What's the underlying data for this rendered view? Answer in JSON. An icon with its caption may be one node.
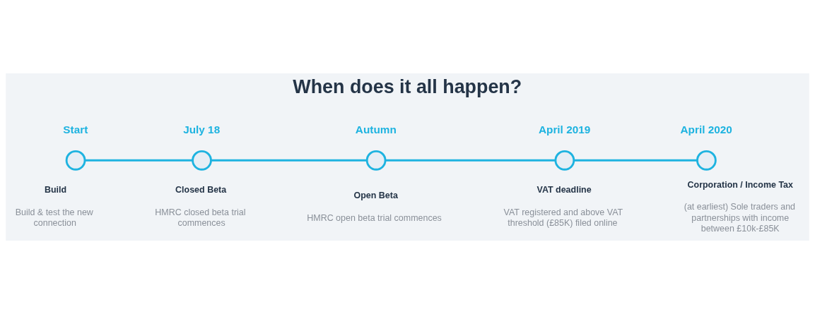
{
  "diagram": {
    "title": "When does it all happen?",
    "nodes": [
      {
        "text": [],
        "shape": "circle",
        "beside": [
          "Start",
          "Build",
          "Build & test the new connection"
        ]
      },
      {
        "text": [],
        "shape": "circle",
        "beside": [
          "July 18",
          "Closed Beta",
          "HMRC closed beta trial commences"
        ]
      },
      {
        "text": [],
        "shape": "circle",
        "beside": [
          "Autumn",
          "Open Beta",
          "HMRC open beta trial commences"
        ]
      },
      {
        "text": [],
        "shape": "circle",
        "beside": [
          "April 2019",
          "VAT deadline",
          "VAT registered and above VAT threshold (£85K) filed online"
        ]
      },
      {
        "text": [],
        "shape": "circle",
        "beside": [
          "April 2020",
          "Corporation / Income Tax",
          "(at earliest) Sole traders and partnerships with income between £10k-£85K"
        ]
      }
    ],
    "edges": [
      {
        "from": 0,
        "to": 1,
        "arrow": "none"
      },
      {
        "from": 1,
        "to": 2,
        "arrow": "none"
      },
      {
        "from": 2,
        "to": 3,
        "arrow": "none"
      },
      {
        "from": 3,
        "to": 4,
        "arrow": "none"
      }
    ]
  }
}
